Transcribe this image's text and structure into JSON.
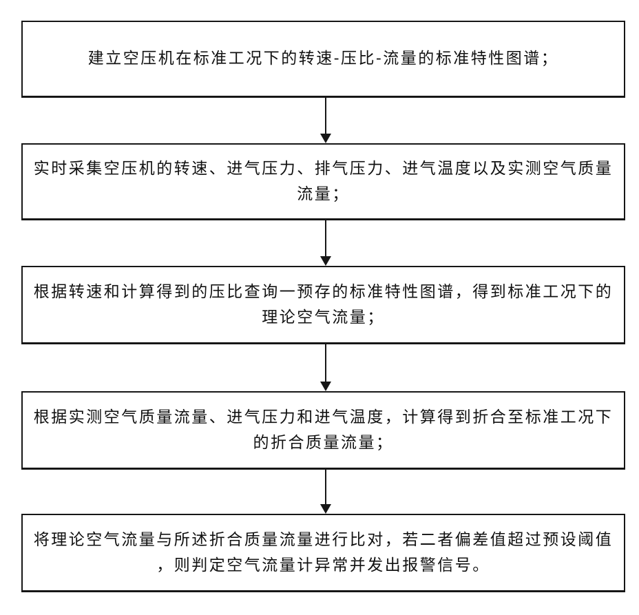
{
  "colors": {
    "background": "#ffffff",
    "line": "#161616",
    "text": "#111111"
  },
  "flowchart": {
    "type": "vertical-process-flow",
    "steps": [
      {
        "lines": [
          "建立空压机在标准工况下的转速-压比-流量的标准特性图谱；"
        ]
      },
      {
        "lines": [
          "实时采集空压机的转速、进气压力、排气压力、进气温度以及实测空气质量",
          "流量；"
        ]
      },
      {
        "lines": [
          "根据转速和计算得到的压比查询一预存的标准特性图谱，得到标准工况下的",
          "理论空气流量；"
        ]
      },
      {
        "lines": [
          "根据实测空气质量流量、进气压力和进气温度，计算得到折合至标准工况下",
          "的折合质量流量；"
        ]
      },
      {
        "lines": [
          "将理论空气流量与所述折合质量流量进行比对，若二者偏差值超过预设阈值",
          "，则判定空气流量计异常并发出报警信号。"
        ]
      }
    ]
  }
}
